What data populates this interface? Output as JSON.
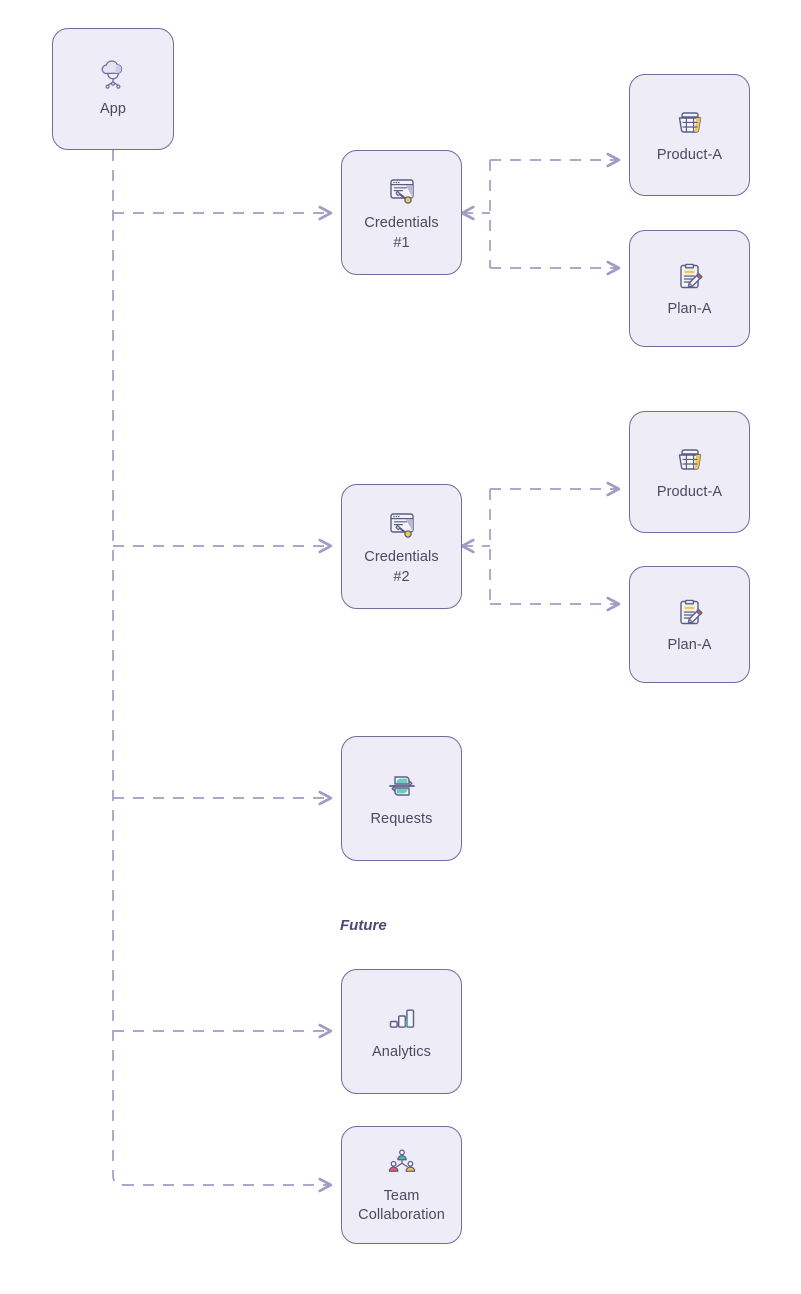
{
  "diagram": {
    "type": "flow-diagram",
    "background": "#ffffff",
    "node_fill": "#edecf7",
    "node_border": "#6f6e9c",
    "edge_color": "#9e9dc6",
    "text_color": "#4a4a5e",
    "section_label": "Future",
    "nodes": [
      {
        "id": "app",
        "label": "App",
        "icon": "cloud-network-icon"
      },
      {
        "id": "cred1",
        "label": "Credentials\n#1",
        "icon": "browser-key-icon"
      },
      {
        "id": "product1",
        "label": "Product-A",
        "icon": "shopping-basket-icon"
      },
      {
        "id": "plan1",
        "label": "Plan-A",
        "icon": "clipboard-pencil-icon"
      },
      {
        "id": "cred2",
        "label": "Credentials\n#2",
        "icon": "browser-key-icon"
      },
      {
        "id": "product2",
        "label": "Product-A",
        "icon": "shopping-basket-icon"
      },
      {
        "id": "plan2",
        "label": "Plan-A",
        "icon": "clipboard-pencil-icon"
      },
      {
        "id": "requests",
        "label": "Requests",
        "icon": "exchange-sync-icon"
      },
      {
        "id": "analytics",
        "label": "Analytics",
        "icon": "bar-chart-icon"
      },
      {
        "id": "team",
        "label": "Team\nCollaboration",
        "icon": "team-people-icon"
      }
    ],
    "edges": [
      {
        "from": "app",
        "to": "cred1",
        "style": "dashed"
      },
      {
        "from": "app",
        "to": "cred2",
        "style": "dashed"
      },
      {
        "from": "app",
        "to": "requests",
        "style": "dashed"
      },
      {
        "from": "app",
        "to": "analytics",
        "style": "dashed"
      },
      {
        "from": "app",
        "to": "team",
        "style": "dashed"
      },
      {
        "from": "cred1",
        "to": "product1",
        "style": "dashed"
      },
      {
        "from": "cred1",
        "to": "plan1",
        "style": "dashed"
      },
      {
        "from": "cred2",
        "to": "product2",
        "style": "dashed"
      },
      {
        "from": "cred2",
        "to": "plan2",
        "style": "dashed"
      }
    ]
  }
}
